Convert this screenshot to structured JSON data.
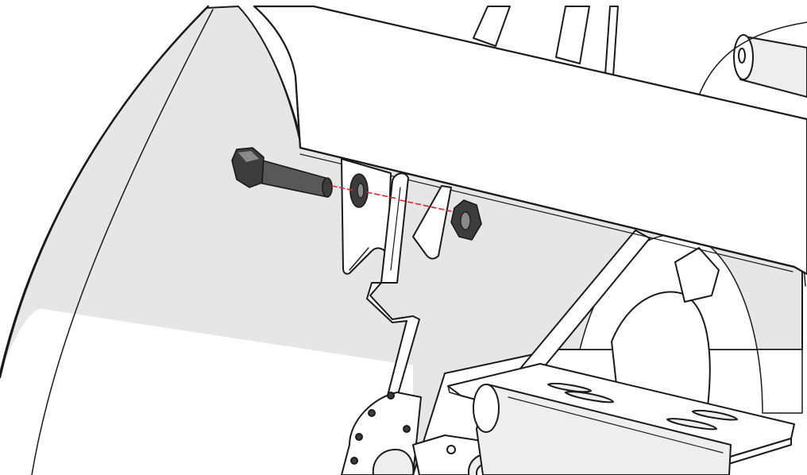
{
  "diagram": {
    "style": "technical assembly line illustration",
    "parts": [
      "drum-housing",
      "mounting-bracket",
      "linkage-arm",
      "hex-bolt",
      "washer",
      "hex-nut",
      "support-tray",
      "crossbar-tube",
      "flange-bearing",
      "rear-axle-tube"
    ],
    "assembly_line": "dashed",
    "colors": {
      "line": "#1a1a1a",
      "housing_shade": "#e6e6e6",
      "tube_shade": "#eeeeee",
      "hardware_dark": "#3c3c3c",
      "hardware_mid": "#585858",
      "hardware_light": "#8a8a8a",
      "assembly_line": "#e0262d",
      "background": "#ffffff"
    }
  }
}
